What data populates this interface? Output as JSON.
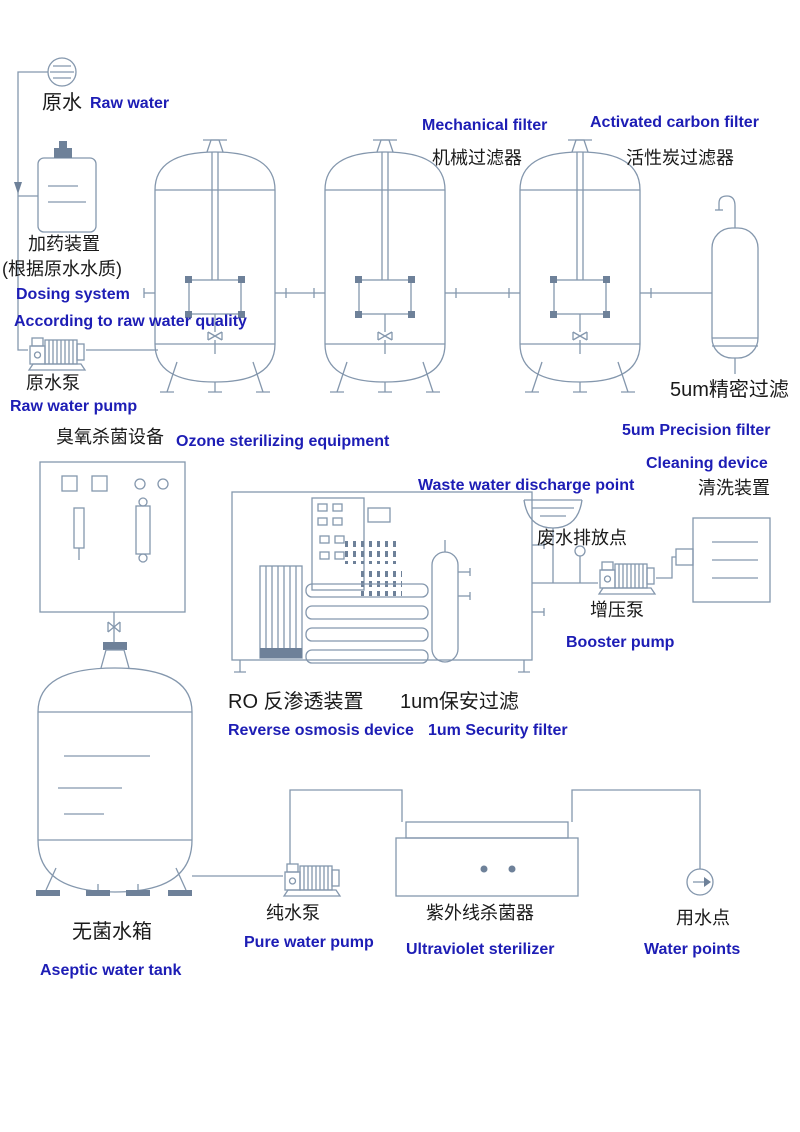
{
  "colors": {
    "line": "#8497ad",
    "line_strong": "#6e8199",
    "chinese_text": "#1a1a1a",
    "english_text": "#1d1db5",
    "background": "#ffffff"
  },
  "nodes": {
    "raw_water": {
      "zh": "原水",
      "en": "Raw water"
    },
    "dosing_system": {
      "zh": "加药装置",
      "zh_note": "(根据原水水质)",
      "en": "Dosing system",
      "en_note": "According to raw water quality"
    },
    "raw_water_pump": {
      "zh": "原水泵",
      "en": "Raw water pump"
    },
    "mechanical_filter": {
      "zh": "机械过滤器",
      "en": "Mechanical filter"
    },
    "activated_carbon": {
      "zh": "活性炭过滤器",
      "en": "Activated carbon filter"
    },
    "precision_filter": {
      "zh": "5um精密过滤",
      "en": "5um Precision filter"
    },
    "ozone_equipment": {
      "zh": "臭氧杀菌设备",
      "en": "Ozone sterilizing equipment"
    },
    "waste_discharge": {
      "zh": "废水排放点",
      "en": "Waste water discharge point"
    },
    "cleaning_device": {
      "zh": "清洗装置",
      "en": "Cleaning device"
    },
    "booster_pump": {
      "zh": "增压泵",
      "en": "Booster pump"
    },
    "ro_device": {
      "zh": "RO 反渗透装置",
      "en": "Reverse osmosis device"
    },
    "security_filter": {
      "zh": "1um保安过滤",
      "en": "1um Security filter"
    },
    "aseptic_tank": {
      "zh": "无菌水箱",
      "en": "Aseptic water tank"
    },
    "pure_water_pump": {
      "zh": "纯水泵",
      "en": "Pure water pump"
    },
    "uv_sterilizer": {
      "zh": "紫外线杀菌器",
      "en": "Ultraviolet sterilizer"
    },
    "water_points": {
      "zh": "用水点",
      "en": "Water points"
    }
  }
}
